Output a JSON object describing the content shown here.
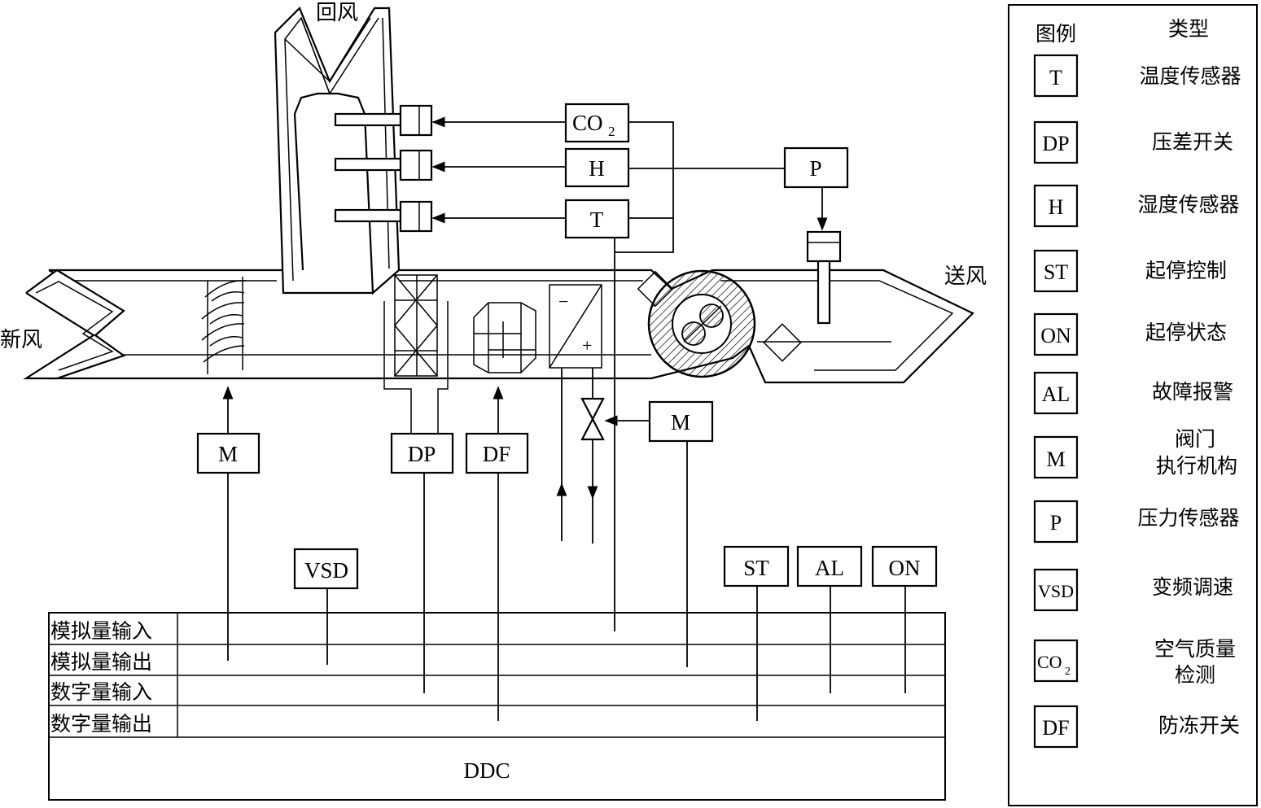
{
  "labels": {
    "return_air": "回风",
    "fresh_air": "新风",
    "supply_air": "送风"
  },
  "devices": {
    "co2": "CO",
    "co2_sub": "2",
    "h": "H",
    "t": "T",
    "p": "P",
    "m_damper": "M",
    "dp": "DP",
    "df": "DF",
    "m_valve": "M",
    "vsd": "VSD",
    "st": "ST",
    "al": "AL",
    "on": "ON",
    "coil_minus": "−",
    "coil_plus": "+"
  },
  "ddc": {
    "rows": [
      "模拟量输入",
      "模拟量输出",
      "数字量输入",
      "数字量输出"
    ],
    "name": "DDC"
  },
  "legend": {
    "header_symbol": "图例",
    "header_type": "类型",
    "items": [
      {
        "symbol": "T",
        "type": "温度传感器"
      },
      {
        "symbol": "DP",
        "type": "压差开关"
      },
      {
        "symbol": "H",
        "type": "湿度传感器"
      },
      {
        "symbol": "ST",
        "type": "起停控制"
      },
      {
        "symbol": "ON",
        "type": "起停状态"
      },
      {
        "symbol": "AL",
        "type": "故障报警"
      },
      {
        "symbol": "M",
        "type": "阀门",
        "type2": "执行机构"
      },
      {
        "symbol": "P",
        "type": "压力传感器"
      },
      {
        "symbol": "VSD",
        "type": "变频调速"
      },
      {
        "symbol": "CO",
        "symbol_sub": "2",
        "type": "空气质量",
        "type2": "检测"
      },
      {
        "symbol": "DF",
        "type": "防冻开关"
      }
    ]
  }
}
